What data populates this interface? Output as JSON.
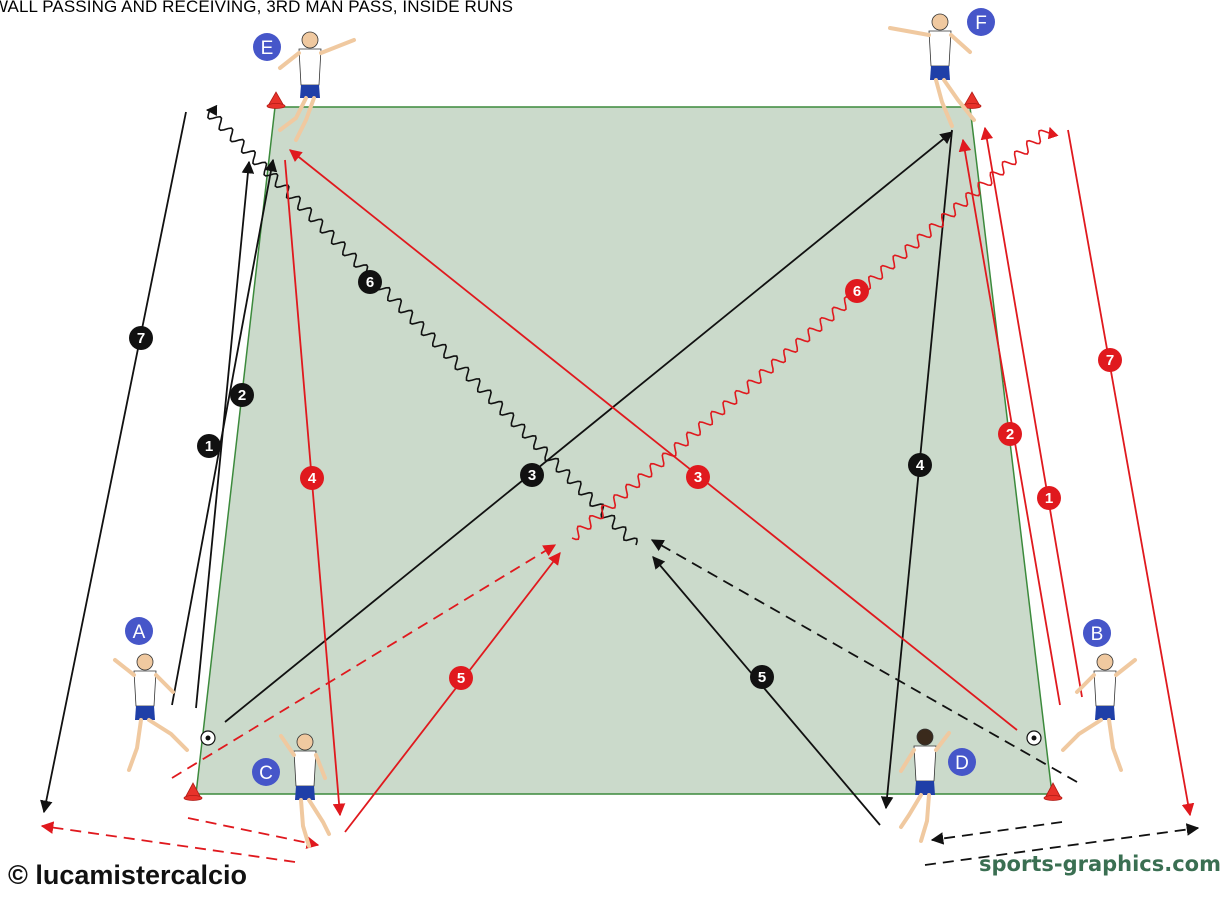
{
  "title": "WALL PASSING AND RECEIVING, 3RD MAN PASS, INSIDE RUNS",
  "copyright": "© lucamistercalcio",
  "brand": "sports-graphics.com",
  "colors": {
    "field": "#cbdacb",
    "field_border": "#3c8a3c",
    "red": "#e0191e",
    "black": "#111111",
    "player_badge": "#4656c9",
    "cone": "#e8322a"
  },
  "players": [
    {
      "id": "A",
      "label": "A"
    },
    {
      "id": "B",
      "label": "B"
    },
    {
      "id": "C",
      "label": "C"
    },
    {
      "id": "D",
      "label": "D"
    },
    {
      "id": "E",
      "label": "E"
    },
    {
      "id": "F",
      "label": "F"
    }
  ],
  "step_numbers": {
    "black": [
      "1",
      "2",
      "3",
      "4",
      "5",
      "6",
      "7"
    ],
    "red": [
      "1",
      "2",
      "3",
      "4",
      "5",
      "6",
      "7"
    ]
  },
  "legend_icons": [
    "pass-arrow-solid",
    "run-arrow-dashed",
    "dribble-arrow-wavy"
  ]
}
